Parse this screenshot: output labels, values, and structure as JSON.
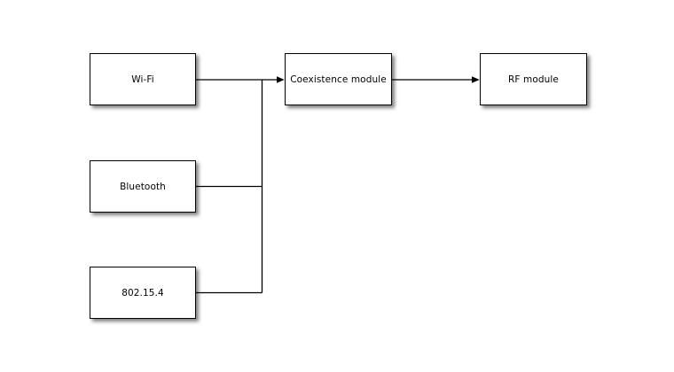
{
  "diagram": {
    "nodes": [
      {
        "id": "wifi",
        "label": "Wi-Fi"
      },
      {
        "id": "bluetooth",
        "label": "Bluetooth"
      },
      {
        "id": "ieee-802-15-4",
        "label": "802.15.4"
      },
      {
        "id": "coexistence-module",
        "label": "Coexistence module"
      },
      {
        "id": "rf-module",
        "label": "RF module"
      }
    ],
    "edges": [
      {
        "from": "wifi",
        "to": "coexistence-module",
        "arrow": true
      },
      {
        "from": "bluetooth",
        "to": "coexistence-module",
        "arrow": true,
        "via": "shared-bus"
      },
      {
        "from": "ieee-802-15-4",
        "to": "coexistence-module",
        "arrow": true,
        "via": "shared-bus"
      },
      {
        "from": "coexistence-module",
        "to": "rf-module",
        "arrow": true
      }
    ],
    "colors": {
      "background": "#ffffff",
      "node_fill": "#ffffff",
      "node_border": "#000000",
      "edge": "#000000",
      "text": "#000000"
    }
  }
}
